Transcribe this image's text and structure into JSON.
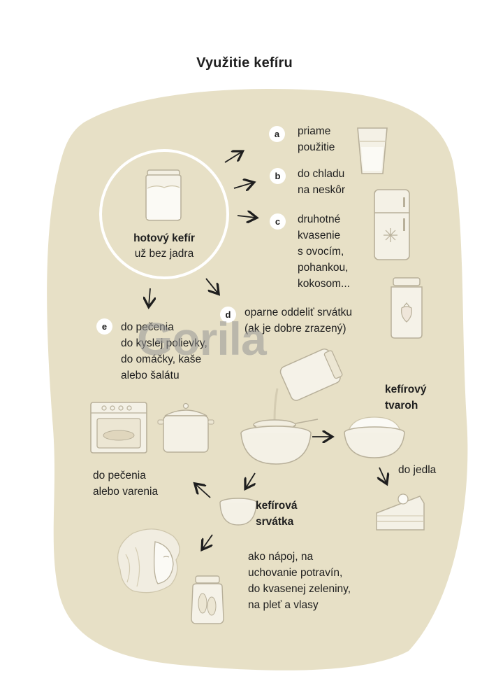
{
  "title": "Využitie kefíru",
  "center": {
    "label_bold": "hotový kefír",
    "label_sub": "už bez jadra"
  },
  "branches": [
    {
      "key": "a",
      "text": "priame\npoužitie"
    },
    {
      "key": "b",
      "text": "do chladu\nna neskôr"
    },
    {
      "key": "c",
      "text": "druhotné\nkvasenie\ns ovocím,\npohankou,\nkokosom..."
    },
    {
      "key": "d",
      "text": "oparne oddeliť srvátku\n(ak je dobre zrazený)"
    },
    {
      "key": "e",
      "text": "do pečenia\ndo kyslej polievky,\ndo omáčky, kaše\nalebo šalátu"
    }
  ],
  "products": {
    "tvaroh_label": "kefírový\ntvaroh",
    "tvaroh_use": "do jedla",
    "srvatka_label": "kefírová\nsrvátka",
    "srvatka_use_cooking": "do pečenia\nalebo varenia",
    "srvatka_use_other": "ako nápoj, na\nuchovanie potravín,\ndo kvasenej zeleniny,\nna pleť a vlasy"
  },
  "watermark": "Gorila",
  "colors": {
    "background_blob": "#e7e0c6",
    "line": "#1e1e1e",
    "sketch": "#b8b09a"
  }
}
